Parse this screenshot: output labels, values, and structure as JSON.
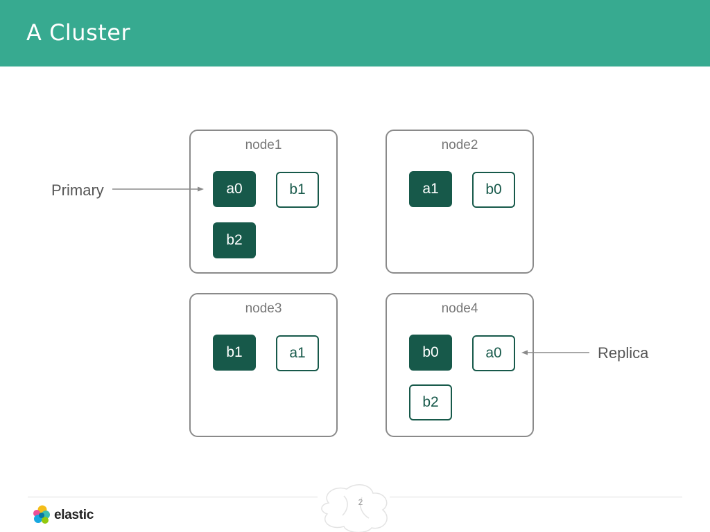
{
  "header": {
    "title": "A Cluster"
  },
  "nodes": [
    {
      "label": "node1",
      "shards": [
        {
          "label": "a0",
          "type": "primary"
        },
        {
          "label": "b1",
          "type": "replica"
        },
        {
          "label": "b2",
          "type": "primary"
        }
      ]
    },
    {
      "label": "node2",
      "shards": [
        {
          "label": "a1",
          "type": "primary"
        },
        {
          "label": "b0",
          "type": "replica"
        }
      ]
    },
    {
      "label": "node3",
      "shards": [
        {
          "label": "b1",
          "type": "primary"
        },
        {
          "label": "a1",
          "type": "replica"
        }
      ]
    },
    {
      "label": "node4",
      "shards": [
        {
          "label": "b0",
          "type": "primary"
        },
        {
          "label": "a0",
          "type": "replica"
        },
        {
          "label": "b2",
          "type": "replica"
        }
      ]
    }
  ],
  "callouts": {
    "primary": "Primary",
    "replica": "Replica"
  },
  "footer": {
    "brand": "elastic",
    "page_number": "2"
  },
  "colors": {
    "header": "#37aa90",
    "primary_shard": "#17594a",
    "node_border": "#8a8a8a"
  }
}
